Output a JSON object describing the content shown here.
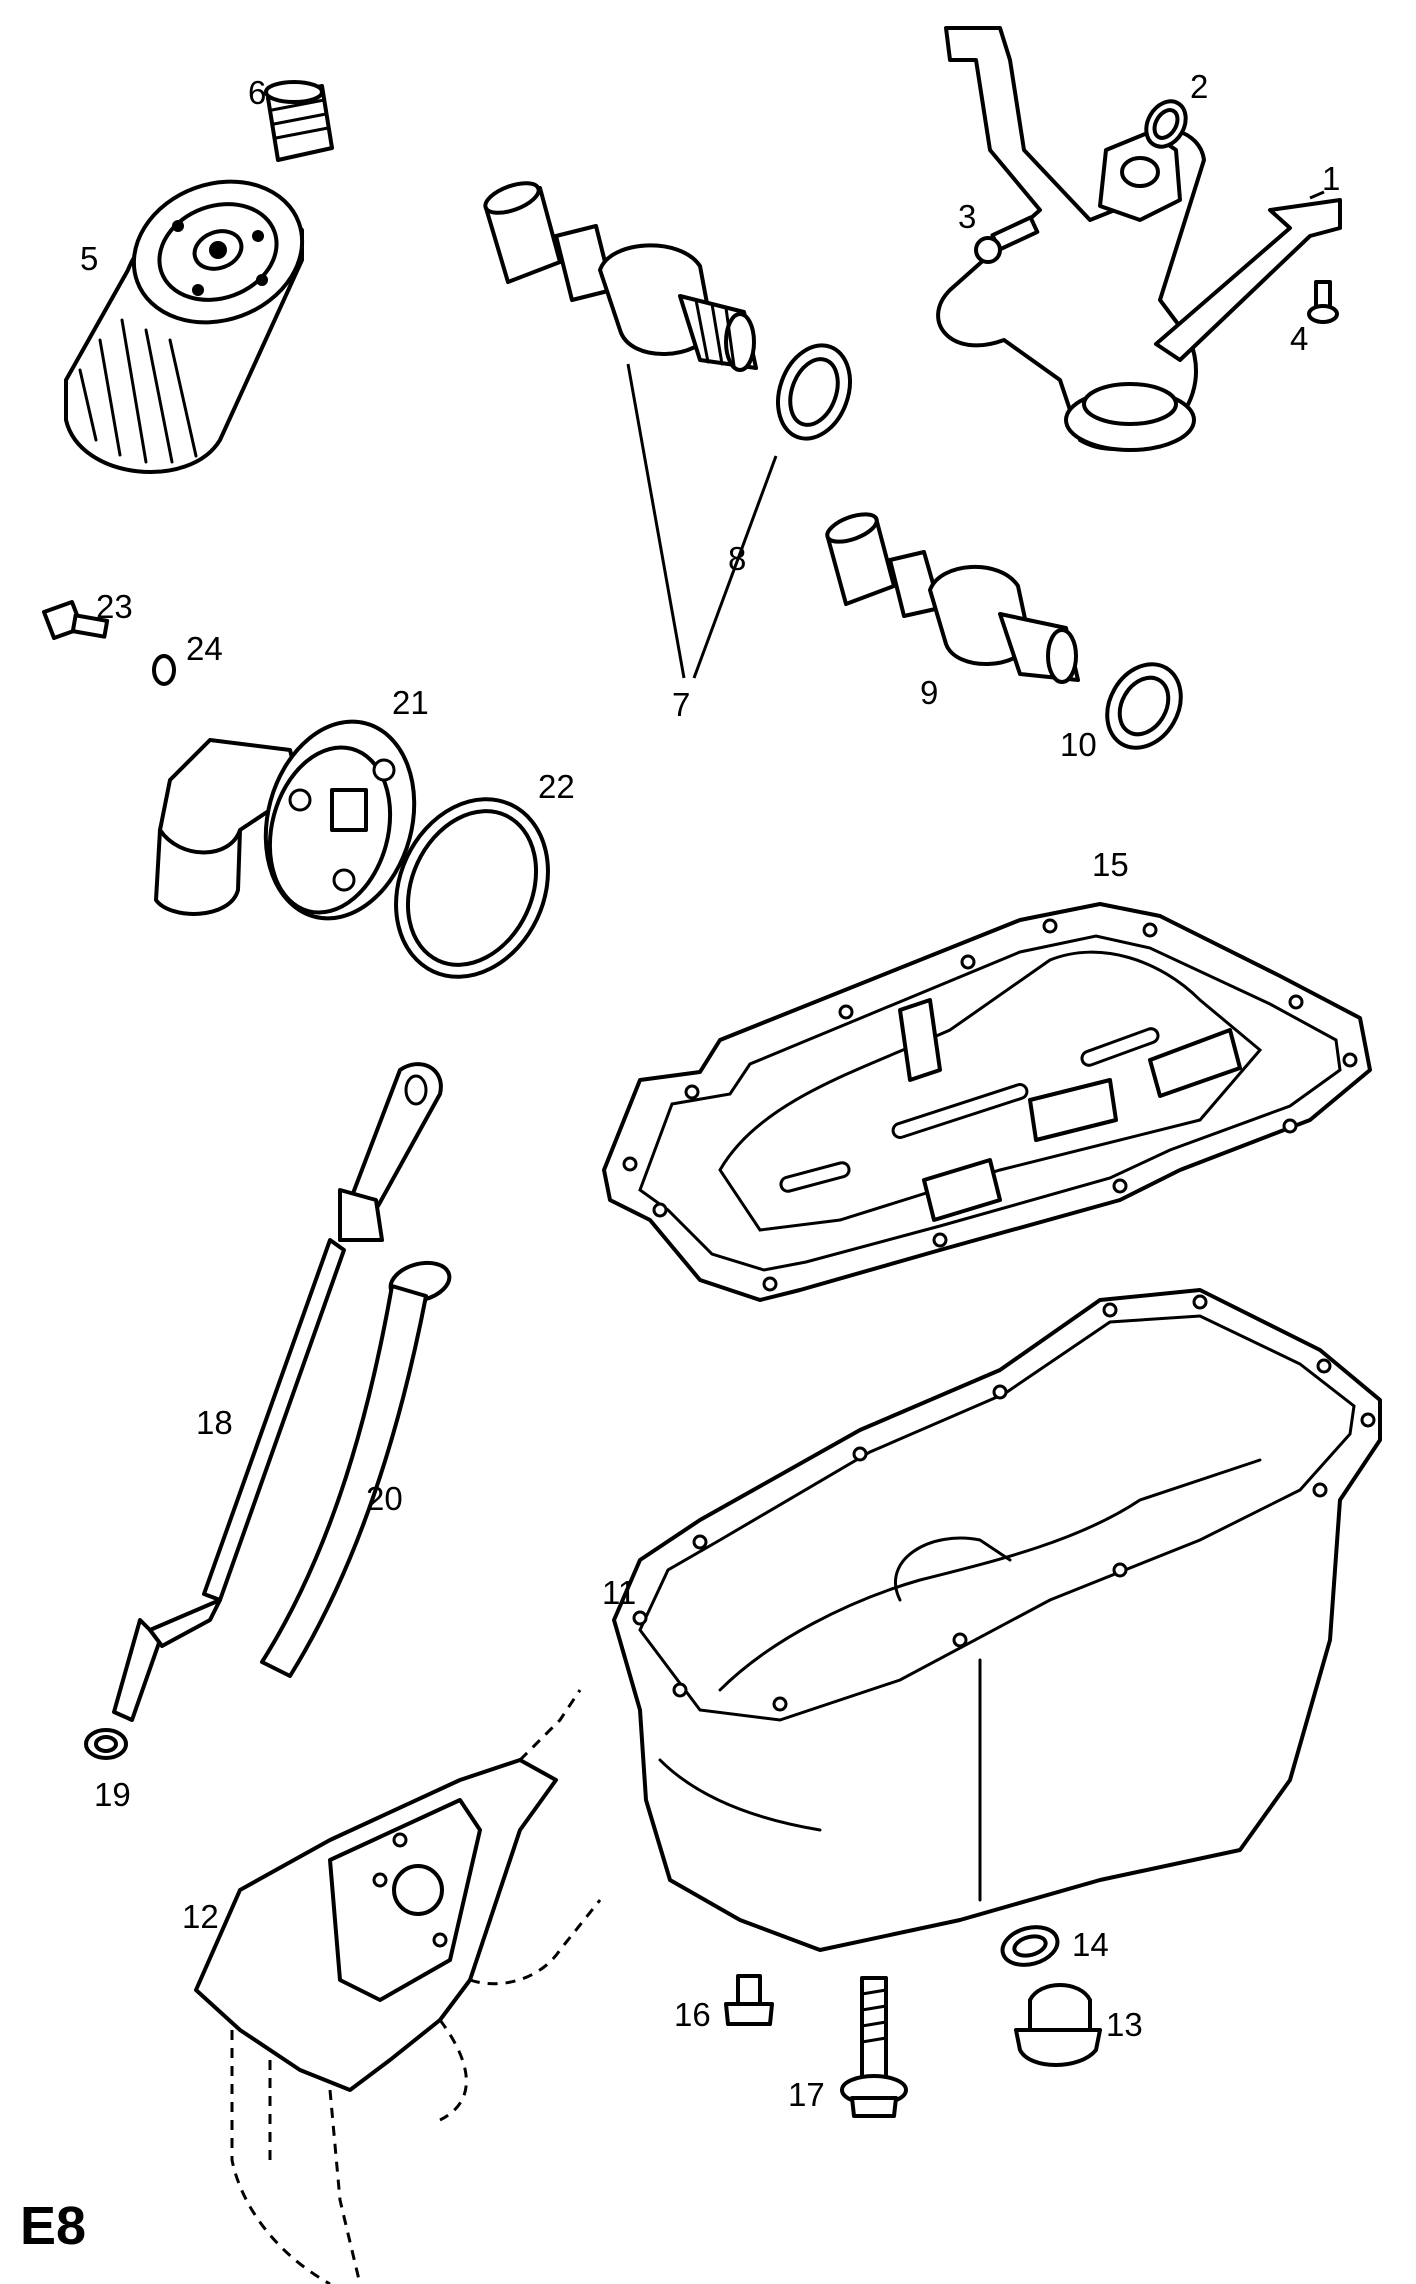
{
  "page_code": "E8",
  "callouts": [
    {
      "id": "1",
      "text": "1"
    },
    {
      "id": "2",
      "text": "2"
    },
    {
      "id": "3",
      "text": "3"
    },
    {
      "id": "4",
      "text": "4"
    },
    {
      "id": "5",
      "text": "5"
    },
    {
      "id": "6",
      "text": "6"
    },
    {
      "id": "7",
      "text": "7"
    },
    {
      "id": "8",
      "text": "8"
    },
    {
      "id": "9",
      "text": "9"
    },
    {
      "id": "10",
      "text": "10"
    },
    {
      "id": "11",
      "text": "11"
    },
    {
      "id": "12",
      "text": "12"
    },
    {
      "id": "13",
      "text": "13"
    },
    {
      "id": "14",
      "text": "14"
    },
    {
      "id": "15",
      "text": "15"
    },
    {
      "id": "16",
      "text": "16"
    },
    {
      "id": "17",
      "text": "17"
    },
    {
      "id": "18",
      "text": "18"
    },
    {
      "id": "19",
      "text": "19"
    },
    {
      "id": "20",
      "text": "20"
    },
    {
      "id": "21",
      "text": "21"
    },
    {
      "id": "22",
      "text": "22"
    },
    {
      "id": "23",
      "text": "23"
    },
    {
      "id": "24",
      "text": "24"
    }
  ],
  "colors": {
    "ink": "#000000",
    "paper": "#ffffff"
  }
}
